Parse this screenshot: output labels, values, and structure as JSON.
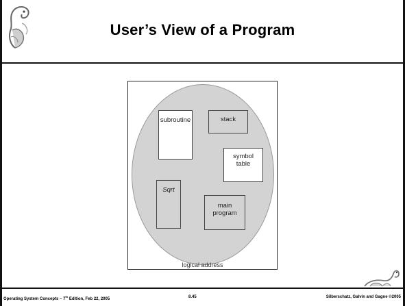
{
  "slide": {
    "title": "User’s View of a Program"
  },
  "figure": {
    "segments": {
      "subroutine": "subroutine",
      "stack": "stack",
      "symbol_table_line1": "symbol",
      "symbol_table_line2": "table",
      "sqrt": "Sqrt",
      "main_program_line1": "main",
      "main_program_line2": "program"
    },
    "caption": "logical address"
  },
  "footer": {
    "left_prefix": "Operating System Concepts – 7",
    "left_sup": "th",
    "left_suffix": " Edition, Feb 22, 2005",
    "page_number": "8.45",
    "right": "Silberschatz, Galvin and Gagne ©2005"
  },
  "icons": [
    "dinosaur-logo-icon",
    "small-dinosaur-icon"
  ],
  "colors": {
    "frame": "#111111",
    "ellipse_fill": "#d3d3d3",
    "segment_light": "#ffffff",
    "segment_gray": "#d3d3d3"
  }
}
